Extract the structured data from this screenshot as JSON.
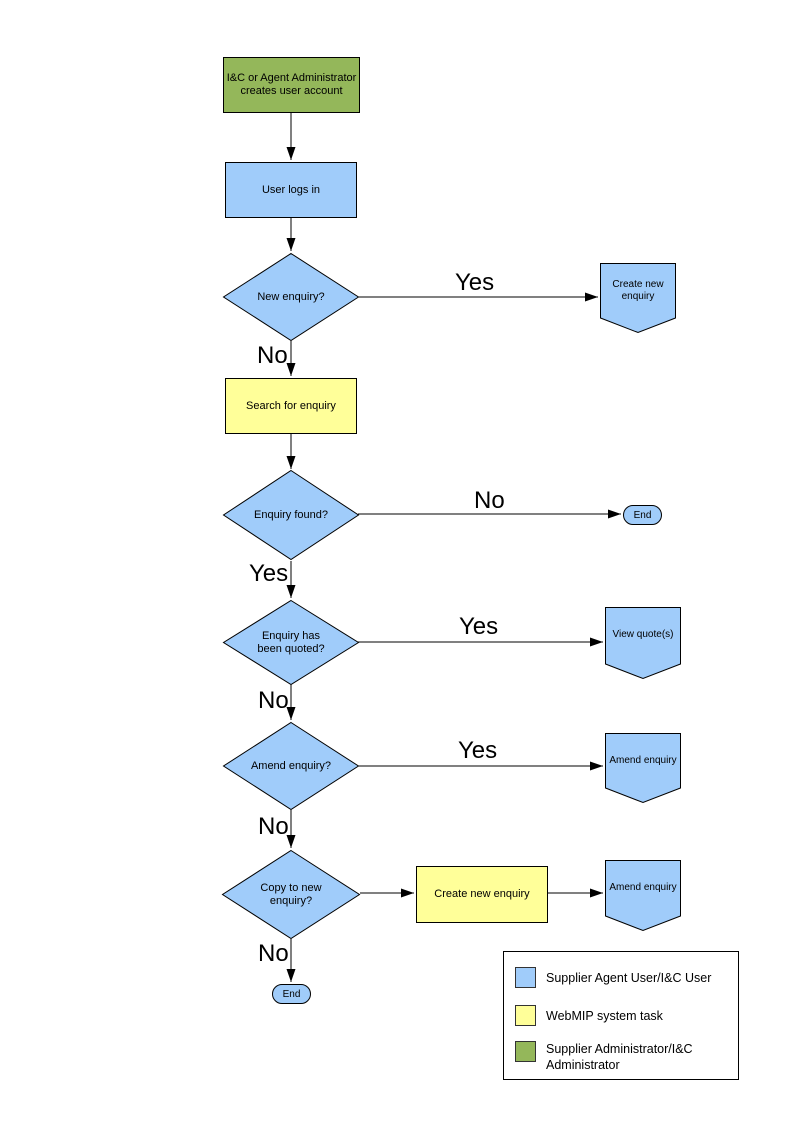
{
  "labels": {
    "yes": "Yes",
    "no": "No"
  },
  "nodes": {
    "create_account": "I&C or Agent Administrator creates user account",
    "user_logs_in": "User logs in",
    "new_enquiry": "New enquiry?",
    "create_new_enquiry": "Create new enquiry",
    "search_for_enquiry": "Search for enquiry",
    "enquiry_found": "Enquiry found?",
    "end": "End",
    "enquiry_quoted": "Enquiry has been quoted?",
    "view_quotes": "View quote(s)",
    "amend_enquiry_q": "Amend enquiry?",
    "amend_enquiry": "Amend enquiry",
    "copy_to_new_enquiry": "Copy to new enquiry?"
  },
  "legend": {
    "items": [
      {
        "label": "Supplier Agent User/I&C User",
        "color": "#A0CCFA"
      },
      {
        "label": "WebMIP system task",
        "color": "#FFFF99"
      },
      {
        "label": "Supplier Administrator/I&C Administrator",
        "color": "#94B75A"
      }
    ]
  },
  "colors": {
    "process_blue": "#A0CCFA",
    "task_yellow": "#FFFF99",
    "admin_green": "#94B75A",
    "connector": "#000000"
  }
}
